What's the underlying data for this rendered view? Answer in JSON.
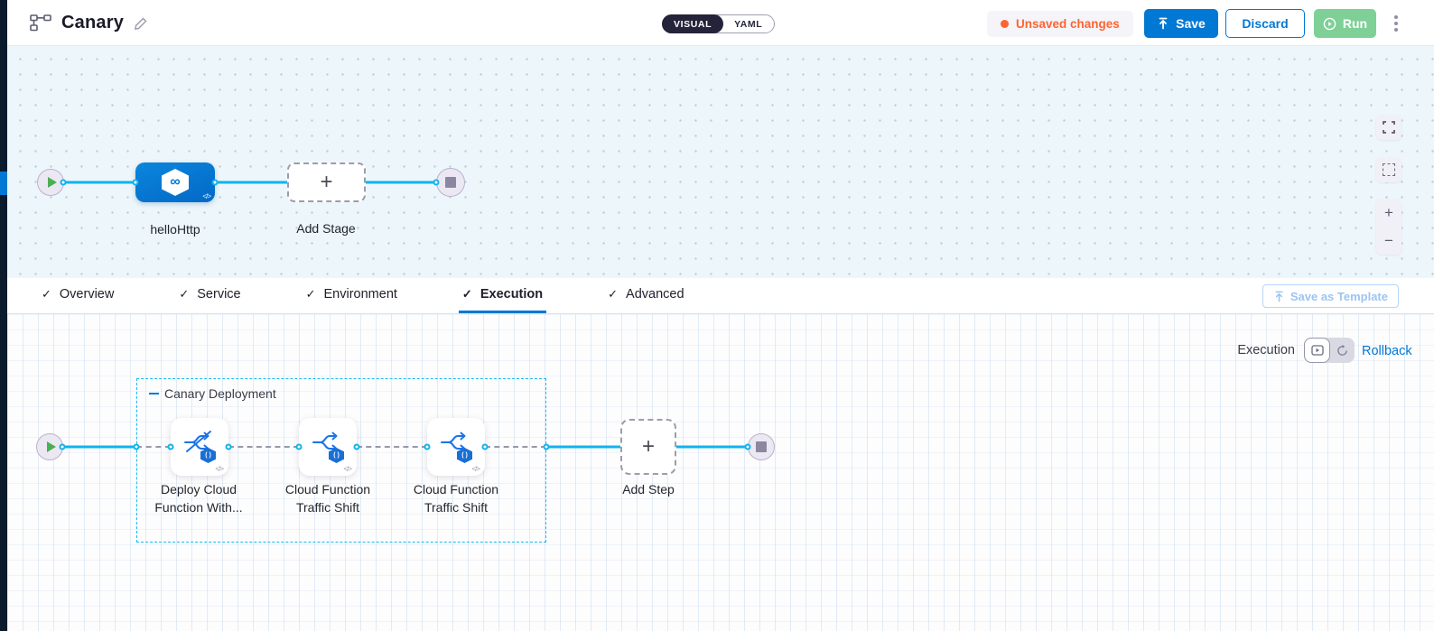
{
  "header": {
    "title": "Canary",
    "mode_toggle": {
      "visual": "VISUAL",
      "yaml": "YAML"
    },
    "unsaved_badge": "Unsaved changes",
    "save_label": "Save",
    "discard_label": "Discard",
    "run_label": "Run"
  },
  "stage_canvas": {
    "stage_label": "helloHttp",
    "add_stage_label": "Add Stage"
  },
  "tabs": [
    {
      "label": "Overview"
    },
    {
      "label": "Service"
    },
    {
      "label": "Environment"
    },
    {
      "label": "Execution"
    },
    {
      "label": "Advanced"
    }
  ],
  "template_button_label": "Save as Template",
  "execution_panel": {
    "mode_label": "Execution",
    "rollback_label": "Rollback",
    "group_label": "Canary Deployment",
    "steps": [
      {
        "line1": "Deploy Cloud",
        "line2": "Function With..."
      },
      {
        "line1": "Cloud Function",
        "line2": "Traffic Shift"
      },
      {
        "line1": "Cloud Function",
        "line2": "Traffic Shift"
      }
    ],
    "add_step_label": "Add Step"
  },
  "icons": {
    "check": "✓",
    "plus": "+",
    "code": "</>",
    "infinity": "∞",
    "fn_badge": "( )",
    "zoom_in": "+",
    "zoom_out": "−"
  },
  "colors": {
    "accent_blue": "#0278d5",
    "connector_cyan": "#12b2ec",
    "unsaved_orange": "#ff6330",
    "run_green": "#7ed096",
    "dark_nav": "#0a1b2d"
  }
}
